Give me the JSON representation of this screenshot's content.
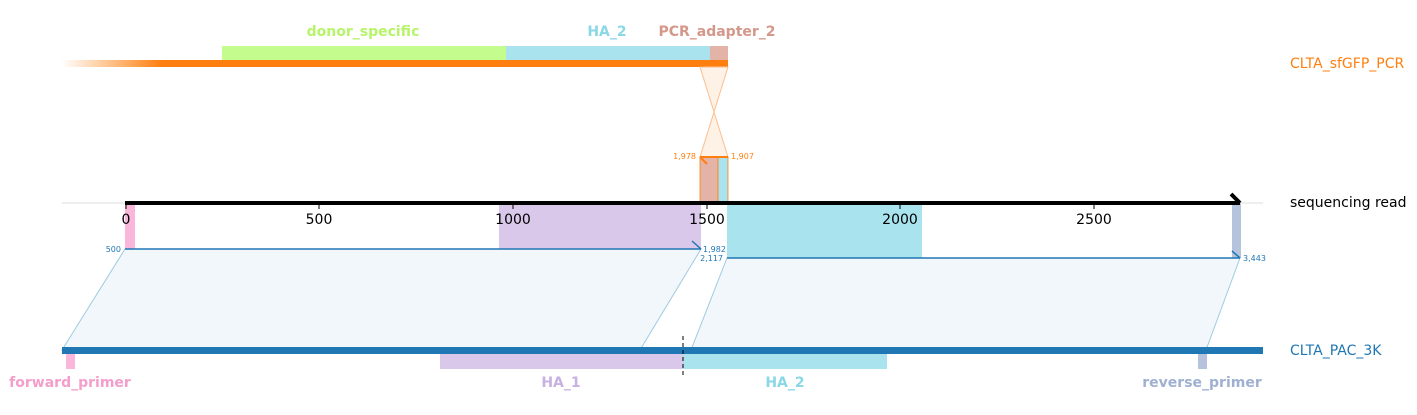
{
  "colors": {
    "pcr": "#ff7f0e",
    "read": "#000000",
    "pac": "#1f77b4",
    "donor_specific": "#c5fc8e",
    "ha_2": "#a8e3ee",
    "pcr_adapter_2": "#e2b3a6",
    "ha_1": "#d9c8ea",
    "forward_primer": "#fbb7db",
    "reverse_primer": "#b6c3dd",
    "donor_specific_text": "#b6f56a",
    "ha_2_text": "#8ad7e6",
    "pcr_adapter_2_text": "#d5978a",
    "ha_1_text": "#c6b1e0",
    "forward_primer_text": "#f39ecb",
    "reverse_primer_text": "#9fb0d2"
  },
  "tracks": {
    "pcr": {
      "label": "CLTA_sfGFP_PCR"
    },
    "read": {
      "label": "sequencing read"
    },
    "pac": {
      "label": "CLTA_PAC_3K"
    }
  },
  "features": {
    "top": [
      {
        "id": "donor-specific",
        "label": "donor_specific",
        "color_key": "donor_specific"
      },
      {
        "id": "ha-2-top",
        "label": "HA_2",
        "color_key": "ha_2"
      },
      {
        "id": "pcr-adapter-2",
        "label": "PCR_adapter_2",
        "color_key": "pcr_adapter_2"
      }
    ],
    "bottom": [
      {
        "id": "forward-primer",
        "label": "forward_primer",
        "color_key": "forward_primer"
      },
      {
        "id": "ha-1",
        "label": "HA_1",
        "color_key": "ha_1"
      },
      {
        "id": "ha-2-bottom",
        "label": "HA_2",
        "color_key": "ha_2"
      },
      {
        "id": "reverse-primer",
        "label": "reverse_primer",
        "color_key": "reverse_primer"
      }
    ]
  },
  "read_axis": {
    "ticks": [
      "0",
      "500",
      "1000",
      "1500",
      "2000",
      "2500"
    ]
  },
  "alignments": {
    "pcr_to_read": {
      "start_label": "1,978",
      "end_label": "1,907"
    },
    "pac_left": {
      "start_label": "500",
      "end_label": "1,982"
    },
    "pac_right": {
      "start_label": "2,117",
      "end_label": "3,443"
    }
  }
}
